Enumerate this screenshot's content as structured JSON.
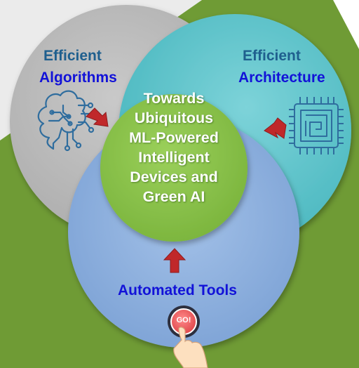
{
  "diagram": {
    "center_lines": [
      "Towards",
      "Ubiquitous",
      "ML-Powered",
      "Intelligent",
      "Devices and",
      "Green AI"
    ],
    "algorithms": {
      "line1": "Efficient",
      "line2": "Algorithms"
    },
    "architecture": {
      "line1": "Efficient",
      "line2": "Architecture"
    },
    "tools": {
      "label": "Automated Tools"
    },
    "go_button": {
      "label": "GO!"
    },
    "icons": {
      "algorithms": "brain-circuit-icon",
      "architecture": "cpu-chip-icon",
      "tools": "go-button-hand-icon"
    },
    "colors": {
      "background_top": "#ebebeb",
      "background_green": "#6f9b35",
      "circle_algorithms": "#bcbcbc",
      "circle_architecture": "#5cc4cb",
      "circle_tools": "#8fb0dd",
      "circle_center": "#8dc44d",
      "label_dark": "#1f5f8e",
      "label_blue": "#1212d8",
      "arrow": "#c0282a"
    }
  }
}
